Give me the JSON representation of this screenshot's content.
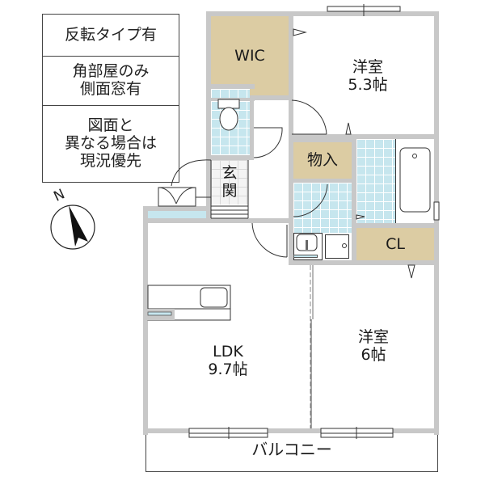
{
  "notes": {
    "reversed_type": "反転タイプ有",
    "corner_room_line1": "角部屋のみ",
    "corner_room_line2": "側面窓有",
    "disclaimer_line1": "図面と",
    "disclaimer_line2": "異なる場合は",
    "disclaimer_line3": "現況優先"
  },
  "compass": {
    "label": "N",
    "icon": "north-arrow-icon"
  },
  "rooms": {
    "wic": {
      "name": "WIC"
    },
    "western_room_1": {
      "name": "洋室",
      "size": "5.3帖"
    },
    "storage": {
      "name": "物入"
    },
    "entrance": {
      "line1": "玄",
      "line2": "関"
    },
    "closet": {
      "name": "CL"
    },
    "ldk": {
      "name": "LDK",
      "size": "9.7帖"
    },
    "western_room_2": {
      "name": "洋室",
      "size": "6帖"
    },
    "balcony": {
      "name": "バルコニー"
    }
  },
  "colors": {
    "wall": "#c8c8c8",
    "storage_fill": "#dccca3",
    "wet_area_fill": "#c6e6ee",
    "line": "#333333"
  }
}
